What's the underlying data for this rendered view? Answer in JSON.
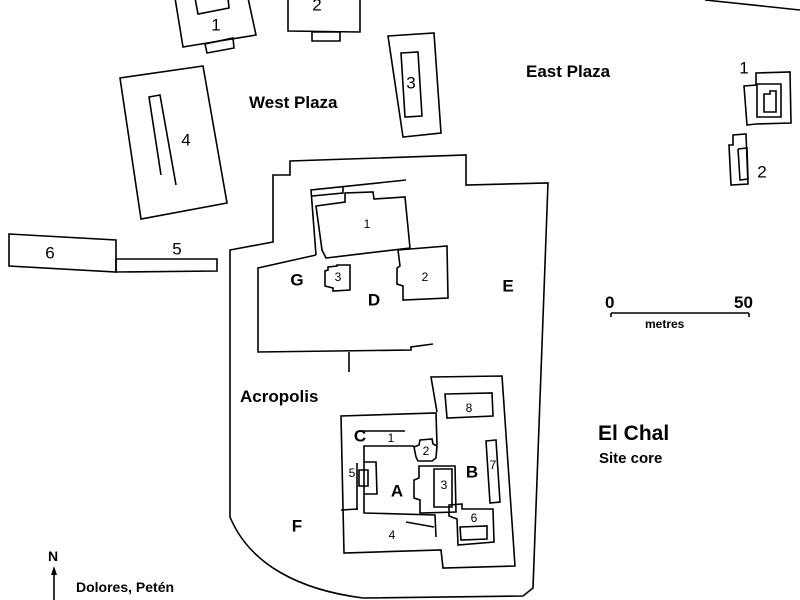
{
  "title": "El Chal",
  "subtitle": "Site core",
  "footer_location": "Dolores, Petén",
  "north_label": "N",
  "plazas": {
    "west": "West Plaza",
    "east": "East Plaza",
    "acropolis": "Acropolis"
  },
  "scale": {
    "start": "0",
    "end": "50",
    "unit": "metres"
  },
  "west_structures": [
    "1",
    "2",
    "3",
    "4",
    "5",
    "6"
  ],
  "east_structures": [
    "1",
    "2"
  ],
  "groups": {
    "A": "A",
    "B": "B",
    "C": "C",
    "D": "D",
    "E": "E",
    "F": "F",
    "G": "G"
  },
  "acropolis_structures": {
    "d1": "1",
    "d2": "2",
    "g3": "3",
    "c1": "1",
    "c2": "2",
    "a3": "3",
    "a4": "4",
    "a5": "5",
    "b6": "6",
    "b7": "7",
    "b8": "8"
  }
}
